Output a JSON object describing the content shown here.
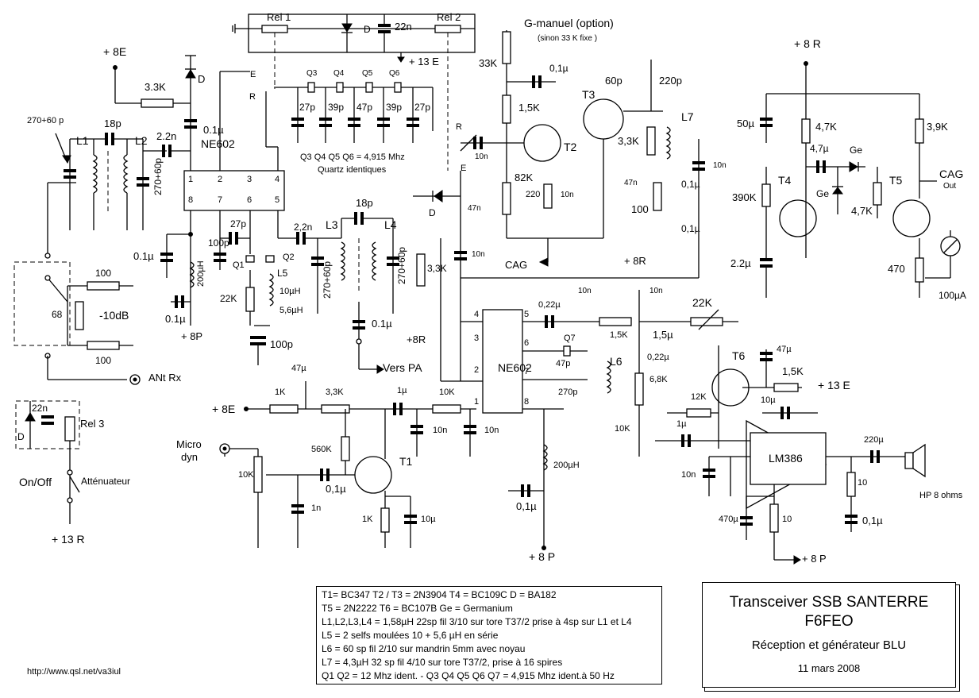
{
  "title_block": {
    "title_line1": "Transceiver SSB  SANTERRE",
    "title_line2": "F6FEO",
    "subtitle": "Réception et générateur BLU",
    "date": "11 mars 2008"
  },
  "notes": [
    "T1= BC347  T2 / T3 = 2N3904  T4 = BC109C       D = BA182",
    "T5 = 2N2222  T6 = BC107B          Ge = Germanium",
    "L1,L2,L3,L4 = 1,58µH  22sp fil 3/10 sur tore T37/2  prise à 4sp sur L1 et L4",
    "L5 = 2 selfs moulées 10 + 5,6 µH en série",
    "L6 = 60 sp fil 2/10 sur mandrin 5mm avec noyau",
    "L7 = 4,3µH 32 sp fil 4/10 sur tore T37/2, prise à 16 spires",
    "Q1 Q2 = 12 Mhz ident.  -   Q3 Q4 Q5 Q6 Q7 = 4,915 Mhz ident.à 50 Hz"
  ],
  "url": "http://www.qsl.net/va3iul",
  "labels": {
    "rel1": "Rel 1",
    "rel2": "Rel 2",
    "rel3": "Rel 3",
    "d": "D",
    "c22n_top": "22n",
    "p13e_top": "+ 13 E",
    "p8e_top": "+ 8E",
    "r33k_left": "3.3K",
    "c01_top": "0.1µ",
    "ne602_a": "NE602",
    "e_sw": "E",
    "r_sw": "R",
    "q3": "Q3",
    "q4": "Q4",
    "q5": "Q5",
    "q6": "Q6",
    "c27p_a": "27p",
    "c39p_a": "39p",
    "c47p_a": "47p",
    "c39p_b": "39p",
    "c27p_b": "27p",
    "quartz_line1": "Q3  Q4  Q5  Q6  = 4,915 Mhz",
    "quartz_line2": "Quartz identiques",
    "c270_60_arrow": "270+60 p",
    "l1": "L1",
    "l2": "L2",
    "c18p_a": "18p",
    "c22n_b": "2.2n",
    "c270_60_a": "270+60p",
    "pin1": "1",
    "pin2": "2",
    "pin3": "3",
    "pin4": "4",
    "pin5": "5",
    "pin6": "6",
    "pin7": "7",
    "pin8": "8",
    "c100p_a": "100p",
    "c27p_c": "27p",
    "q1": "Q1",
    "q2": "Q2",
    "l5": "L5",
    "l5_10": "10µH",
    "l5_56": "5,6µH",
    "r22k_a": "22K",
    "c100p_b": "100p",
    "c01_b": "0.1µ",
    "c01_c": "0.1µ",
    "l200u": "200µH",
    "p8p_a": "+ 8P",
    "c22n_c": "2,2n",
    "l3": "L3",
    "l4": "L4",
    "c18p_b": "18p",
    "c270_60_b": "270+60p",
    "c270_60_c": "270+60p",
    "c01_d": "0.1µ",
    "vers_pa": "Vers PA",
    "c100_a": "100",
    "r68": "68",
    "att10": "-10dB",
    "c100_b": "100",
    "ant_rx": "ANt Rx",
    "c22n_d": "22n",
    "d_b": "D",
    "on_off": "On/Off",
    "attenuateur": "Atténuateur",
    "p13r": "+ 13 R",
    "gman": "G-manuel (option)",
    "sinon": "(sinon 33 K fixe )",
    "r33k_b": "33K",
    "c01_e": "0,1µ",
    "r15k": "1,5K",
    "t3": "T3",
    "t2": "T2",
    "r_sw2": "R",
    "e_sw2": "E",
    "c10n_a": "10n",
    "r82k": "82K",
    "r220": "220",
    "c10n_b": "10n",
    "c47n_a": "47n",
    "c47n_b": "47n",
    "d_c": "D",
    "c60p": "60p",
    "c220p": "220p",
    "l7": "L7",
    "r33k_c": "3,3K",
    "c10n_c": "10n",
    "r100": "100",
    "c01_f": "0,1µ",
    "c01_g": "0,1µ",
    "p8r_a": "+ 8R",
    "cag_a": "CAG",
    "c10n_d": "10n",
    "r33k_d": "3,3K",
    "p8r_b": "+8R",
    "p8r_top": "+ 8 R",
    "c50u": "50µ",
    "r47k_a": "4,7K",
    "r39k": "3,9K",
    "c47u_a": "4,7µ",
    "ge_a": "Ge",
    "ge_b": "Ge",
    "cag_out": "CAG",
    "out": "Out",
    "r390k": "390K",
    "t4": "T4",
    "t5": "T5",
    "r47k_b": "4,7K",
    "r470": "470",
    "meter": "100µA",
    "c22u": "2.2µ",
    "ne602_b": "NE602",
    "c022_a": "0,22µ",
    "c10n_e": "10n",
    "c10n_f": "10n",
    "r15k_b": "1,5K",
    "r22k_b": "22K",
    "c15u": "1,5µ",
    "q7": "Q7",
    "c47p_b": "47p",
    "l6": "L6",
    "c270p": "270p",
    "c022_b": "0,22µ",
    "r68k": "6,8K",
    "r10k_pot": "10K",
    "t6": "T6",
    "c47u_b": "47µ",
    "r15k_c": "1,5K",
    "p13e_b": "+ 13 E",
    "r12k": "12K",
    "c10u_a": "10µ",
    "c1u_a": "1µ",
    "lm386": "LM386",
    "c10n_g": "10n",
    "c220u": "220µ",
    "c470u": "470µ",
    "r10_a": "10",
    "r10_b": "10",
    "c01_h": "0,1µ",
    "hp": "HP 8 ohms",
    "p8p_b": "+ 8 P",
    "p8e_b": "+ 8E",
    "r1k_a": "1K",
    "r33k_e": "3,3K",
    "c47u_c": "47µ",
    "c1u_b": "1µ",
    "r10k_b": "10K",
    "c10n_h": "10n",
    "c10n_i": "10n",
    "micro": "Micro",
    "dyn": "dyn",
    "r560k": "560K",
    "t1": "T1",
    "r10k_c": "10K",
    "c01_i": "0,1µ",
    "c1n": "1n",
    "r1k_b": "1K",
    "c10u_b": "10µ",
    "l200u_b": "200µH",
    "c01_j": "0,1µ",
    "p8p_c": "+ 8 P"
  }
}
